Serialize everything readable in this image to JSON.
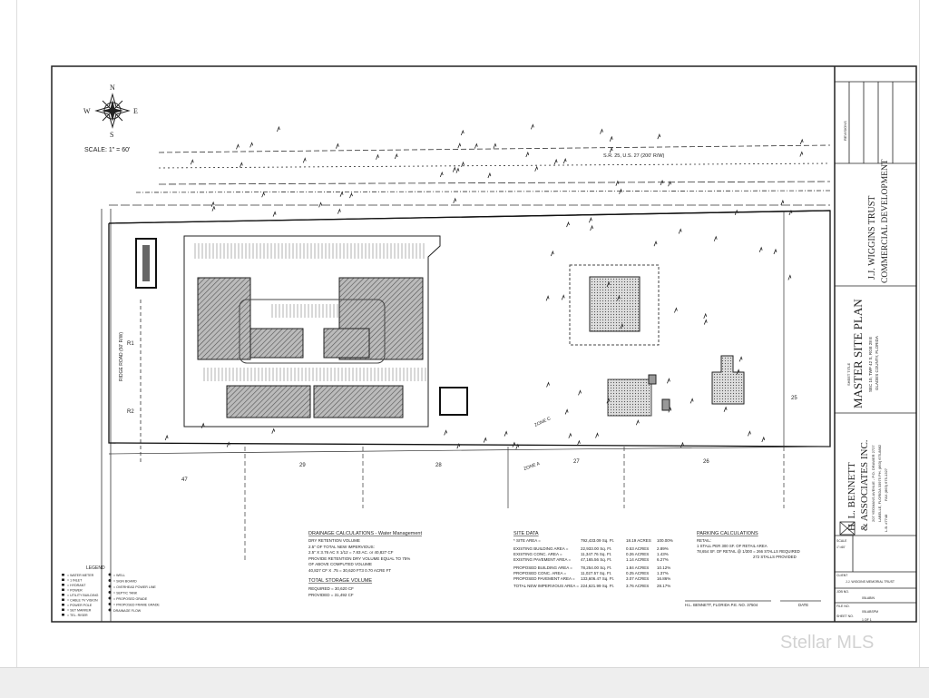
{
  "title_block": {
    "client": "J.J. WIGGINS TRUST",
    "project": "COMMERCIAL DEVELOPMENT",
    "sheet_label": "SHEET TITLE",
    "sheet_title": "MASTER SITE PLAN",
    "location_1": "SEC 10, TWP 42 S, RGE 28 E",
    "location_2": "GLADES COUNTY, FLORIDA",
    "firm_name_1": "H. L. BENNETT",
    "firm_name_2": "& ASSOCIATES INC.",
    "firm_address": "207 YEOMANS AVENUE - P.O. DRAWER 2727",
    "firm_city": "LABELLE, FLORIDA 33975  PH. (863) 675-8882",
    "firm_fax": "FAX (863) 675-1327",
    "firm_license": "L.B. #7748",
    "revisions_label": "REVISIONS",
    "client_label": "CLIENT",
    "client_value": "J.J. WIGGINS MEMORIAL TRUST",
    "job_label": "JOB NO.",
    "job_value": "05LABIN",
    "file_label": "FILE NO.",
    "file_value": "05LABSPM",
    "sheet_no_label": "SHEET NO.",
    "sheet_no_value": "1 OF 1",
    "scale_label": "SCALE",
    "scale_value": "1\"=60'"
  },
  "compass": {
    "n": "N",
    "s": "S",
    "e": "E",
    "w": "W",
    "scale": "SCALE: 1\" = 60'"
  },
  "plan_labels": {
    "highway": "S.R. 25, U.S. 27 (200' R/W)",
    "side_road": "RIDGE ROAD (50' R/W)",
    "zone_c": "ZONE C",
    "zone_a": "ZONE A",
    "lots": [
      "29",
      "28",
      "27",
      "26",
      "47",
      "25"
    ],
    "side_lots": [
      "R1",
      "R2"
    ]
  },
  "drainage": {
    "title": "DRAINAGE CALCULATIONS - Water Management",
    "lines": [
      "DRY RETENTION VOLUME",
      "2.5\" OF TOTAL NEW IMPERVIOUS:",
      "2.5\" X 3.76 AC X 1/12 = 7.83 AC. or 40,827 CF",
      "PROVIDE RETENTION DRY VOLUME EQUAL TO 75%",
      "OF ABOVE COMPUTED VOLUME",
      "40,827 CF X .75 = 30,620 FT3       0.70 ACRE FT"
    ],
    "total_title": "TOTAL STORAGE VOLUME",
    "required": "REQUIRED = 30,620 CF",
    "provided": "PROVIDED = 31,492 CF"
  },
  "site_data": {
    "title": "SITE DATA",
    "rows": [
      {
        "label": "* SITE AREA =",
        "sqft": "792,433.09 Sq. Ft.",
        "acres": "18.19 ACRES",
        "pct": "100.00%"
      },
      {
        "label": "EXISTING BUILDING AREA =",
        "sqft": "22,933.00 Sq. Ft.",
        "acres": "0.53 ACRES",
        "pct": "2.89%"
      },
      {
        "label": "EXISTING CONC. AREA =",
        "sqft": "11,347.76 Sq. Ft.",
        "acres": "0.26 ACRES",
        "pct": "1.43%"
      },
      {
        "label": "EXISTING PAVEMENT AREA =",
        "sqft": "47,165.56 Sq. Ft.",
        "acres": "1.14 ACRES",
        "pct": "6.27%"
      },
      {
        "label": "PROPOSED BUILDING AREA =",
        "sqft": "78,254.00 Sq. Ft.",
        "acres": "1.84 ACRES",
        "pct": "10.12%"
      },
      {
        "label": "PROPOSED CONC. AREA =",
        "sqft": "11,027.57 Sq. Ft.",
        "acres": "0.25 ACRES",
        "pct": "1.37%"
      },
      {
        "label": "PROPOSED PAVEMENT AREA =",
        "sqft": "133,606.47 Sq. Ft.",
        "acres": "3.07 ACRES",
        "pct": "16.86%"
      },
      {
        "label": "TOTAL NEW IMPERVIOUS AREA =",
        "sqft": "224,621.99 Sq. Ft.",
        "acres": "3.76 ACRES",
        "pct": "28.17%"
      }
    ]
  },
  "parking": {
    "title": "PARKING CALCULATIONS",
    "lines": [
      "RETAIL:",
      "1 STALL PER 300 SF. OF RETAIL AREA",
      "78,654 SF. OF RETAIL @ 1/300 = 266 STALLS REQUIRED",
      "272 STALLS PROVIDED"
    ]
  },
  "signature": {
    "engineer": "H.L. BENNETT, FLORIDA P.E. NO. 37504",
    "date_label": "DATE"
  },
  "legend": {
    "title": "LEGEND",
    "items_left": [
      "= WATER METER",
      "= 1 INLET",
      "= HYDRANT",
      "= POWER",
      "= UTILITY BUILDING",
      "= CABLE TV VISION",
      "= POWER POLE",
      "= SET MARKER",
      "= TEL. RISER"
    ],
    "items_right": [
      "= WELL",
      "= SIGN BOARD",
      "= OVERHEAD POWER LINE",
      "= SEPTIC TANK",
      "= PROPOSED GRADE",
      "= PROPOSED FRAME GRADE",
      "DRAINAGE FLOW"
    ]
  },
  "watermark": "Stellar MLS",
  "colors": {
    "line": "#222222",
    "hatch": "#555555",
    "paper": "#ffffff",
    "band": "#eeeeee"
  }
}
